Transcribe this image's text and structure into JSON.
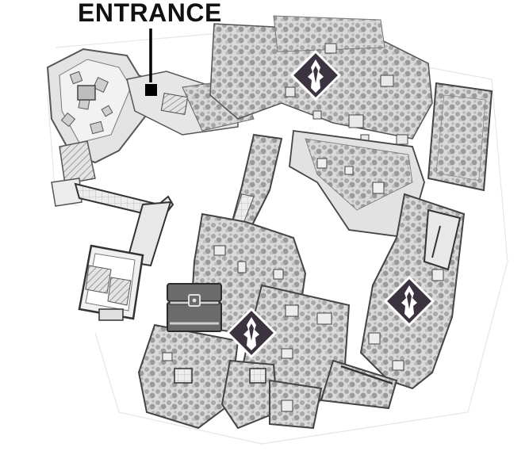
{
  "map": {
    "entrance_label": "ENTRANCE",
    "markers": [
      {
        "name": "entrance-marker",
        "icon": "square-marker"
      },
      {
        "name": "boss-marker-north",
        "icon": "diamond-emblem-icon"
      },
      {
        "name": "boss-marker-central",
        "icon": "diamond-emblem-icon"
      },
      {
        "name": "boss-marker-east",
        "icon": "diamond-emblem-icon"
      },
      {
        "name": "treasure-chest",
        "icon": "chest-icon"
      }
    ],
    "colors": {
      "floor": "#cfcfcf",
      "foliage": "#9a9a9a",
      "wall": "#3a3a3a",
      "emblem_fill": "#3b3340",
      "emblem_border": "#ffffff",
      "chest": "#6b6b6b"
    }
  }
}
